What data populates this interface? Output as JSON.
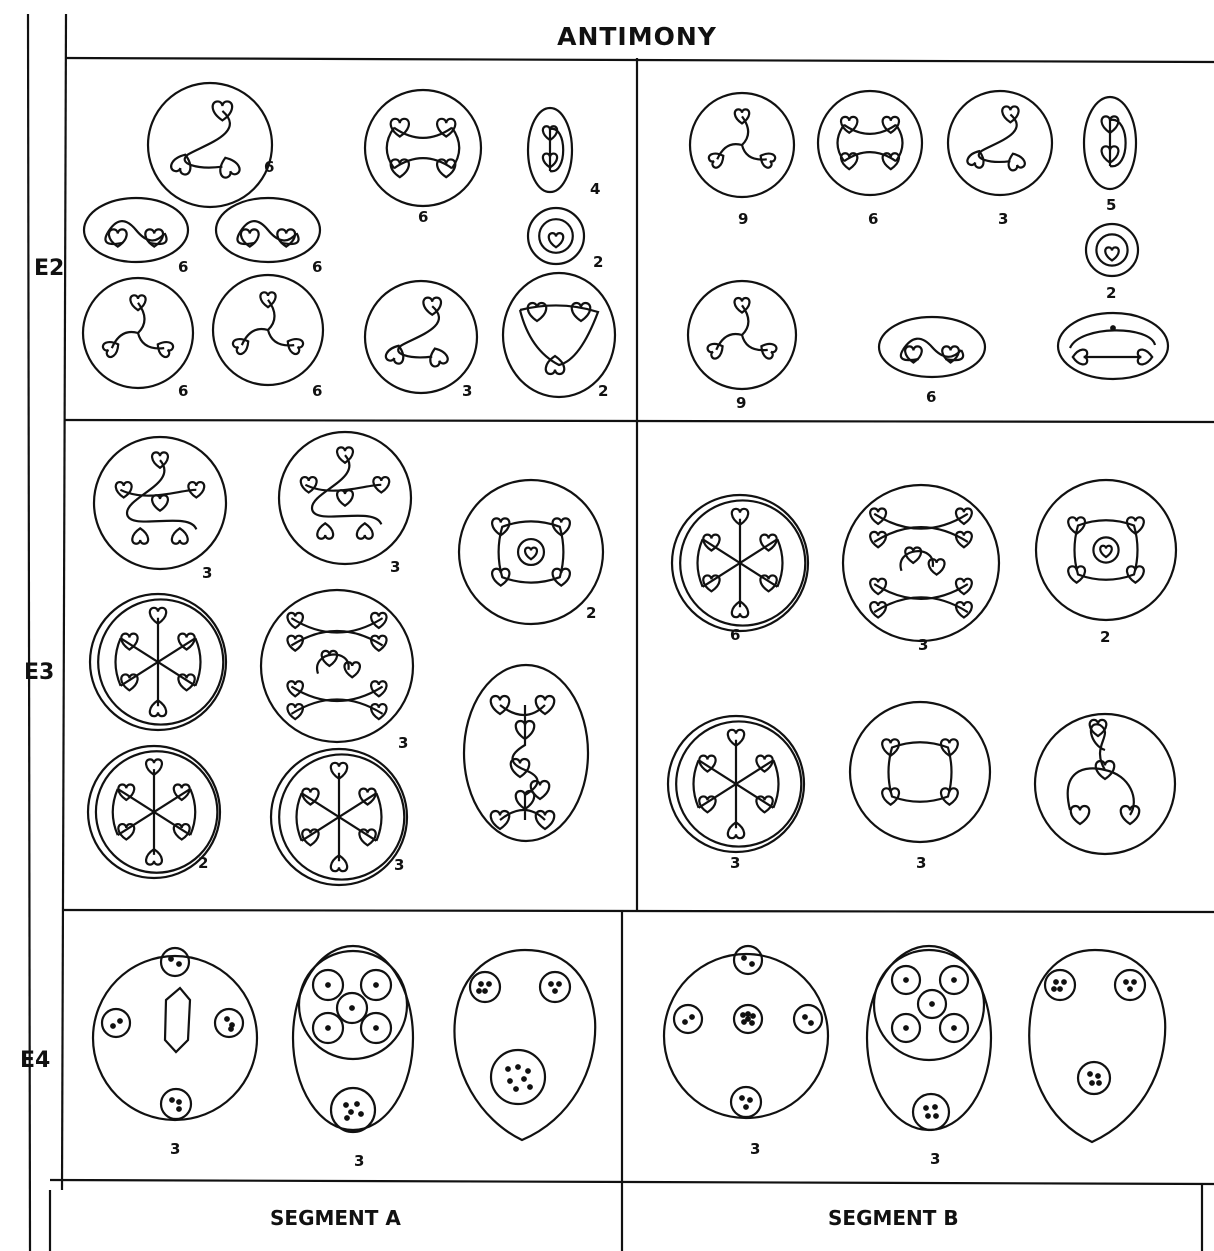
{
  "title": "ANTIMONY",
  "rows": [
    "E2",
    "E3",
    "E4"
  ],
  "segments": [
    "SEGMENT  A",
    "SEGMENT  B"
  ],
  "counts": {
    "E2_A": [
      "6",
      "6",
      "4",
      "6",
      "6",
      "2",
      "6",
      "6",
      "3",
      "2"
    ],
    "E2_B": [
      "9",
      "6",
      "3",
      "5",
      "2",
      "9",
      "6"
    ],
    "E3_A": [
      "3",
      "3",
      "2",
      "3",
      "2",
      "3"
    ],
    "E3_B": [
      "6",
      "3",
      "2",
      "3",
      "3"
    ],
    "E4_A": [
      "3",
      "3"
    ],
    "E4_B": [
      "3",
      "3"
    ]
  }
}
